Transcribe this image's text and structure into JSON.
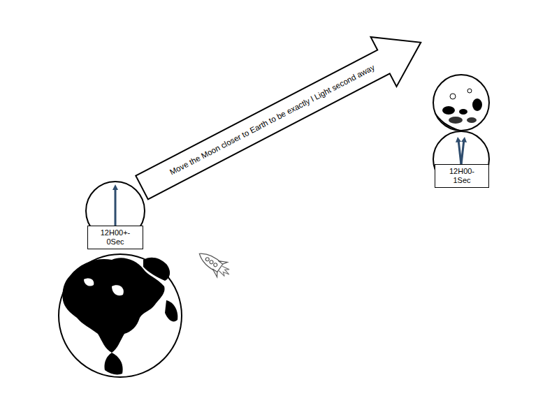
{
  "diagram": {
    "nodes": [
      {
        "text": [
          "12H00+- 0Sec"
        ]
      },
      {
        "text": [
          "12H00- 1Sec"
        ]
      }
    ],
    "edges": [],
    "labels": [
      "Move the Moon closer to Earth to be exactly l Light second away"
    ]
  }
}
